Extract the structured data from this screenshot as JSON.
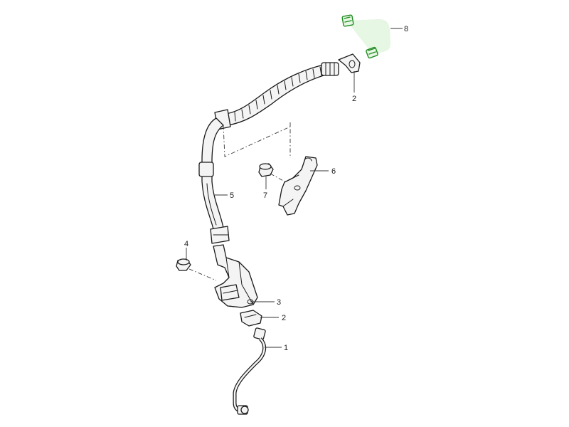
{
  "colors": {
    "highlight": "#1f8a1f",
    "line": "#1a1a1a",
    "background": "#ffffff"
  },
  "callouts": {
    "p1": "1",
    "p2_upper": "2",
    "p2_lower": "2",
    "p3": "3",
    "p4": "4",
    "p5": "5",
    "p6": "6",
    "p7": "7",
    "p8": "8"
  }
}
